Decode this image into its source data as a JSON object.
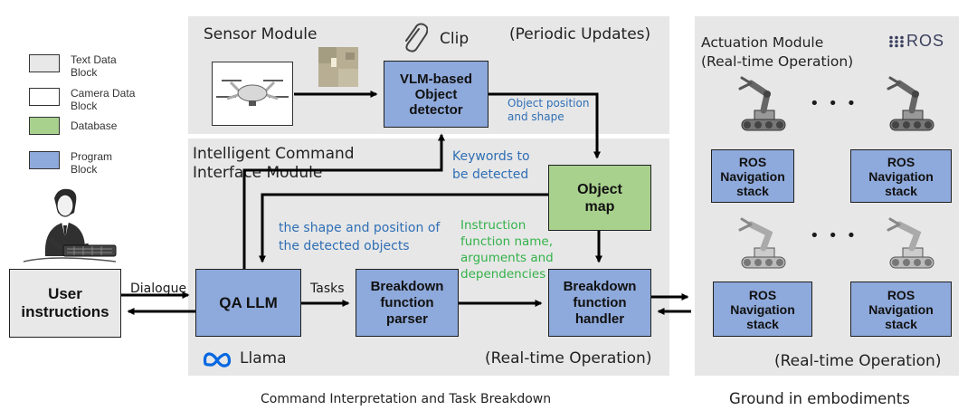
{
  "legend": {
    "text": "Text Data\nBlock",
    "camera": "Camera Data\nBlock",
    "database": "Database",
    "program": "Program\nBlock"
  },
  "sensor": {
    "title": "Sensor Module",
    "clip": "Clip",
    "mode": "(Periodic Updates)",
    "detector": "VLM-based\nObject\ndetector"
  },
  "command": {
    "title": "Intelligent Command\nInterface Module",
    "mode": "(Real-time Operation)",
    "llama": "Llama",
    "qa": "QA LLM",
    "parser": "Breakdown\nfunction\nparser",
    "handler": "Breakdown\nfunction\nhandler",
    "object_map": "Object\nmap"
  },
  "edges": {
    "object_pos": "Object position\nand shape",
    "keywords": "Keywords to\nbe detected",
    "shape_pos": "the shape and position of\nthe detected objects",
    "instruction": "Instruction\nfunction name,\narguments and\ndependencies",
    "tasks": "Tasks",
    "dialogue": "Dialogue"
  },
  "user": {
    "label": "User\ninstructions"
  },
  "actuation": {
    "title": "Actuation Module\n(Real-time Operation)",
    "ros_logo": "ROS",
    "mode": "(Real-time Operation)",
    "ros_box": "ROS\nNavigation\nstack",
    "dots": "• • •"
  },
  "captions": {
    "left": "Command Interpretation and Task Breakdown",
    "right": "Ground in embodiments"
  },
  "colors": {
    "program": "#8ea9db",
    "database": "#a9d18e",
    "text_block": "#e8e8e8",
    "panel": "#e7e7e7",
    "edge_blue": "#2f6fb5",
    "edge_green": "#33b24a",
    "meta": "#0668e1"
  }
}
